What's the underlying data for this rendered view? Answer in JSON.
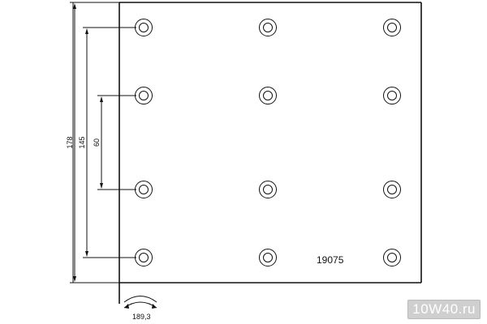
{
  "drawing": {
    "part_number": "19075",
    "dimensions": {
      "overall_height": "178",
      "bolt_span_outer": "145",
      "bolt_span_inner": "60",
      "arc_length": "189,3"
    },
    "bolt_columns": 3,
    "bolt_rows": 4
  },
  "watermark": {
    "text": "10W40.ru"
  }
}
